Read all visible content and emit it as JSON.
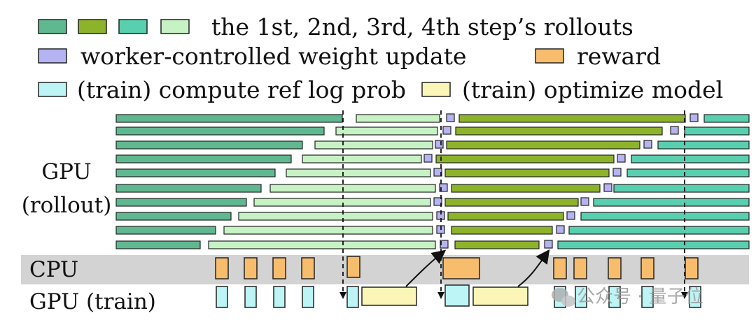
{
  "legend": {
    "rollouts": "the 1st, 2nd, 3rd, 4th  step’s rollouts",
    "weight_update": "worker-controlled weight update",
    "reward": "reward",
    "ref_log_prob": "(train) compute ref log prob",
    "optimize": "(train) optimize model"
  },
  "labels": {
    "gpu_rollout_1": "GPU",
    "gpu_rollout_2": "(rollout)",
    "cpu": "CPU",
    "gpu_train": "GPU (train)"
  },
  "watermark": "公众号 · 量子位",
  "colors": {
    "step1": "#5fb88f",
    "step2": "#8db32a",
    "step3": "#58cfae",
    "step4": "#c6f2c4",
    "weight_update": "#b5b3f2",
    "reward": "#f7bd6d",
    "ref_log_prob": "#bdf4f6",
    "optimize": "#fbf5b8",
    "cpu_band": "#d3d3d3"
  },
  "icons": [
    "wechat-icon"
  ]
}
